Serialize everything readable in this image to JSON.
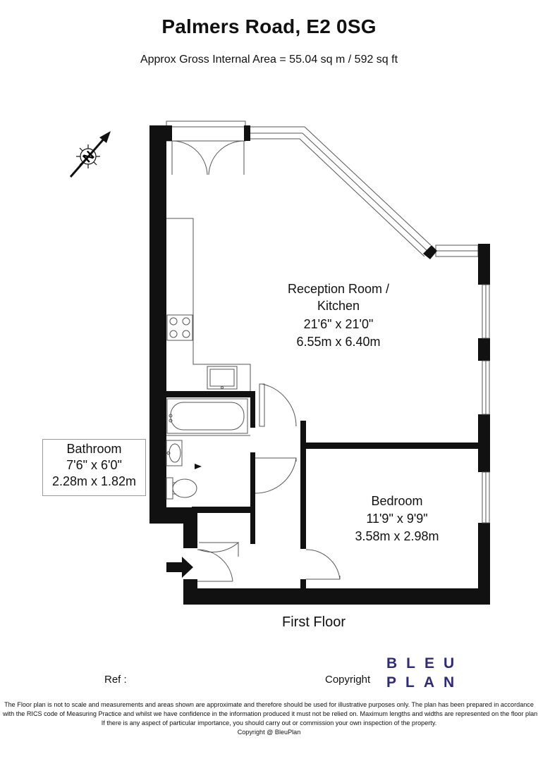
{
  "header": {
    "title": "Palmers Road, E2 0SG",
    "area": "Approx Gross Internal Area = 55.04 sq m / 592 sq ft"
  },
  "compass": {
    "letter": "N"
  },
  "rooms": {
    "reception": {
      "name_line1": "Reception Room /",
      "name_line2": "Kitchen",
      "imperial": "21'6\" x 21'0\"",
      "metric": "6.55m x 6.40m"
    },
    "bedroom": {
      "name": "Bedroom",
      "imperial": "11'9\" x 9'9\"",
      "metric": "3.58m x 2.98m"
    },
    "bathroom": {
      "name": "Bathroom",
      "imperial": "7'6\" x 6'0\"",
      "metric": "2.28m x 1.82m"
    }
  },
  "floor_label": "First Floor",
  "footer": {
    "ref": "Ref :",
    "copyright": "Copyright",
    "logo_line1": "BLEU",
    "logo_line2": "PLAN",
    "brand_color": "#2f2a7e",
    "disclaimer": [
      "The Floor plan is not to scale and measurements and areas shown are approximate and therefore should be used for illustrative purposes only. The plan has been prepared in accordance",
      "with the RICS code of Measuring Practice and whilst we have confidence in the information produced it must not be relied on. Maximum lengths and widths are represented on the floor plan.",
      "If there is any aspect of particular importance, you should carry out or commission your own inspection of the property.",
      "Copyright @ BleuPlan"
    ]
  }
}
